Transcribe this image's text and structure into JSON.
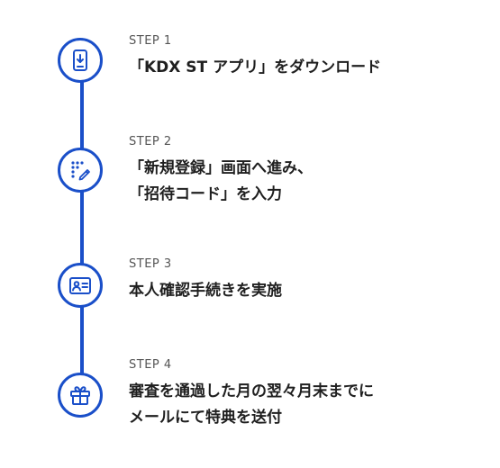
{
  "theme": {
    "accent": "#1a4fc9"
  },
  "steps": [
    {
      "label": "STEP 1",
      "title_lines": [
        "「KDX ST アプリ」をダウンロード"
      ],
      "icon": "phone-download-icon"
    },
    {
      "label": "STEP 2",
      "title_lines": [
        "「新規登録」画面へ進み、",
        "「招待コード」を入力"
      ],
      "icon": "keypad-pen-icon"
    },
    {
      "label": "STEP 3",
      "title_lines": [
        "本人確認手続きを実施"
      ],
      "icon": "id-card-icon"
    },
    {
      "label": "STEP 4",
      "title_lines": [
        "審査を通過した月の翌々月末までに",
        "メールにて特典を送付"
      ],
      "icon": "gift-icon"
    }
  ]
}
